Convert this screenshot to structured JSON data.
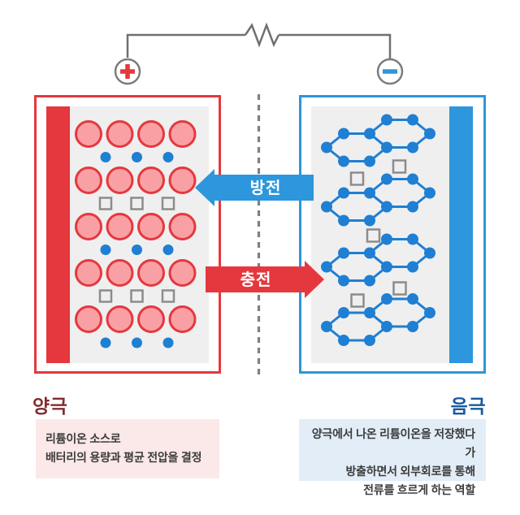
{
  "circuit": {
    "positive_symbol": "+",
    "negative_symbol": "−",
    "icons": [
      "plus-terminal-icon",
      "minus-terminal-icon",
      "resistor-icon"
    ]
  },
  "arrows": {
    "discharge": {
      "label": "방전",
      "direction": "left"
    },
    "charge": {
      "label": "충전",
      "direction": "right"
    }
  },
  "cathode": {
    "title": "양극",
    "description_lines": [
      "리튬이온 소스로",
      "배터리의 용량과 평균 전압을 결정"
    ]
  },
  "anode": {
    "title": "음극",
    "description_lines": [
      "양극에서 나온 리튬이온을 저장했다가",
      "방출하면서 외부회로를 통해",
      "전류를 흐르게 하는 역할"
    ]
  },
  "colors": {
    "red": "#E5383E",
    "ion_fill": "#F9A0A5",
    "blue": "#2D96DC",
    "dot_blue": "#1F7FD3",
    "square_gray": "#8C8C8C",
    "panel_gray": "#EFEFEF",
    "wire_gray": "#707070",
    "ring_gray": "#7C7C7C",
    "separator_gray": "#808080",
    "cathode_title": "#832B30",
    "anode_title": "#17599F",
    "cathode_box_bg": "#FBE8E8",
    "anode_box_bg": "#E2EDF7",
    "desc_text": "#3C3C3C"
  }
}
